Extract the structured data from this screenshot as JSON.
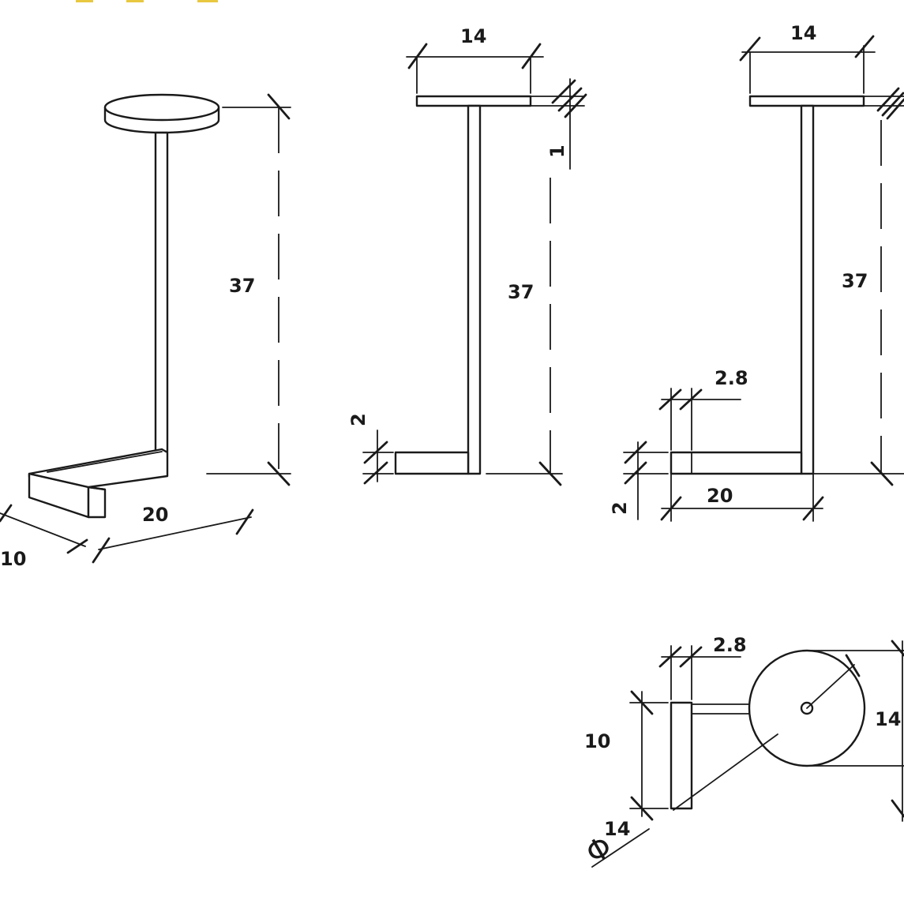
{
  "perspective_view": {
    "height_label": "37",
    "length_label": "20",
    "width_label": "10"
  },
  "side_view": {
    "top_label": "14",
    "top_gap_label": "1",
    "height_label": "37",
    "base_label": "2"
  },
  "front_view": {
    "top_label": "14",
    "height_label": "37",
    "post_label": "2.8",
    "length_label": "20",
    "base_label": "2"
  },
  "plan_view": {
    "post_label": "2.8",
    "width_label": "10",
    "disc_label": "14",
    "diameter_symbol": "Φ",
    "diameter_label": "14"
  },
  "colors": {
    "line": "#1a1a1a",
    "accent": "#e8c840"
  }
}
